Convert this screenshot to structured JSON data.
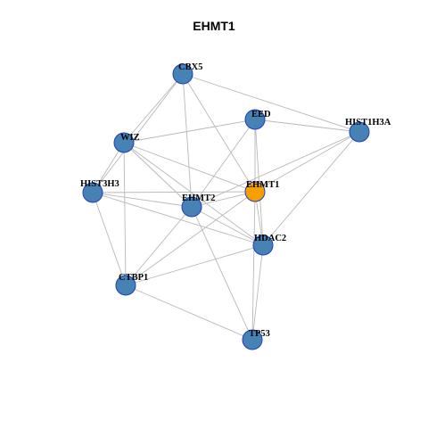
{
  "title": "EHMT1",
  "colors": {
    "node_default": "#4682b4",
    "node_focus": "#f5a000",
    "node_border": "#1f3fbf",
    "edge": "#b8b8b8"
  },
  "nodes": [
    {
      "id": "CBX5",
      "label": "CBX5",
      "focus": false
    },
    {
      "id": "EED",
      "label": "EED",
      "focus": false
    },
    {
      "id": "HIST1H3A",
      "label": "HIST1H3A",
      "focus": false
    },
    {
      "id": "WIZ",
      "label": "WIZ",
      "focus": false
    },
    {
      "id": "HIST3H3",
      "label": "HIST3H3",
      "focus": false
    },
    {
      "id": "EHMT2",
      "label": "EHMT2",
      "focus": false
    },
    {
      "id": "EHMT1",
      "label": "EHMT1",
      "focus": true
    },
    {
      "id": "HDAC2",
      "label": "HDAC2",
      "focus": false
    },
    {
      "id": "CTBP1",
      "label": "CTBP1",
      "focus": false
    },
    {
      "id": "TP53",
      "label": "TP53",
      "focus": false
    }
  ],
  "edges": [
    [
      "CBX5",
      "WIZ"
    ],
    [
      "CBX5",
      "HIST3H3"
    ],
    [
      "CBX5",
      "EHMT2"
    ],
    [
      "CBX5",
      "EHMT1"
    ],
    [
      "CBX5",
      "HIST1H3A"
    ],
    [
      "EED",
      "WIZ"
    ],
    [
      "EED",
      "HIST1H3A"
    ],
    [
      "EED",
      "EHMT2"
    ],
    [
      "EED",
      "EHMT1"
    ],
    [
      "EED",
      "HDAC2"
    ],
    [
      "HIST1H3A",
      "EHMT1"
    ],
    [
      "HIST1H3A",
      "EHMT2"
    ],
    [
      "HIST1H3A",
      "HDAC2"
    ],
    [
      "WIZ",
      "HIST3H3"
    ],
    [
      "WIZ",
      "EHMT2"
    ],
    [
      "WIZ",
      "EHMT1"
    ],
    [
      "WIZ",
      "HDAC2"
    ],
    [
      "WIZ",
      "CTBP1"
    ],
    [
      "HIST3H3",
      "EHMT2"
    ],
    [
      "HIST3H3",
      "EHMT1"
    ],
    [
      "HIST3H3",
      "HDAC2"
    ],
    [
      "HIST3H3",
      "CTBP1"
    ],
    [
      "EHMT2",
      "EHMT1"
    ],
    [
      "EHMT2",
      "HDAC2"
    ],
    [
      "EHMT2",
      "CTBP1"
    ],
    [
      "EHMT2",
      "TP53"
    ],
    [
      "EHMT1",
      "HDAC2"
    ],
    [
      "EHMT1",
      "CTBP1"
    ],
    [
      "EHMT1",
      "TP53"
    ],
    [
      "HDAC2",
      "CTBP1"
    ],
    [
      "HDAC2",
      "TP53"
    ],
    [
      "CTBP1",
      "TP53"
    ]
  ]
}
